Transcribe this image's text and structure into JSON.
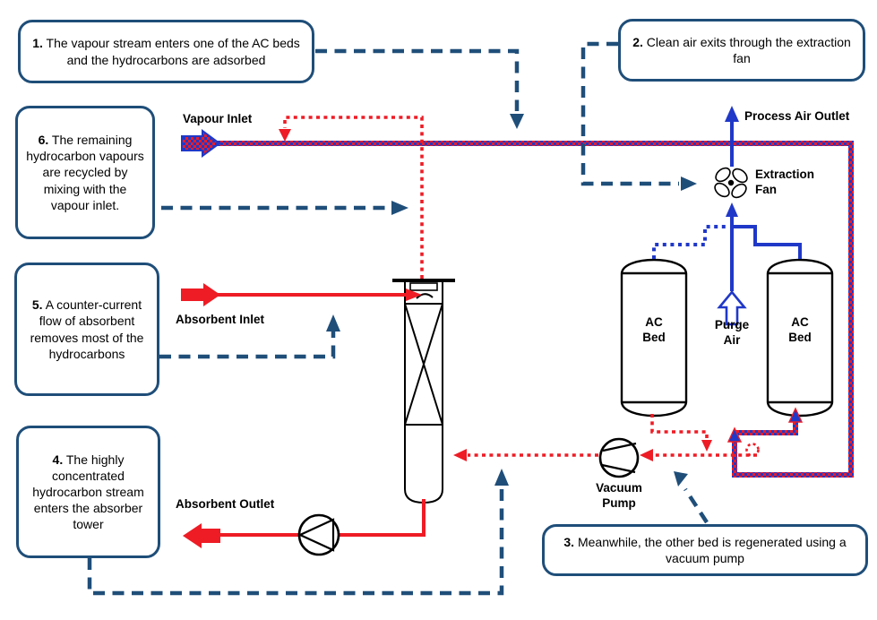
{
  "title": "Vapour recovery process diagram",
  "callouts": [
    {
      "num": "1.",
      "text": "The vapour stream enters one of the AC beds and the hydrocarbons are adsorbed"
    },
    {
      "num": "2.",
      "text": "Clean air exits through the extraction fan"
    },
    {
      "num": "3.",
      "text": "Meanwhile, the other bed is regenerated using a vacuum pump"
    },
    {
      "num": "4.",
      "text": "The highly concentrated hydrocarbon stream enters the absorber tower"
    },
    {
      "num": "5.",
      "text": "A counter-current flow of absorbent removes most of the hydrocarbons"
    },
    {
      "num": "6.",
      "text": "The remaining hydrocarbon vapours are recycled by mixing with the vapour inlet."
    }
  ],
  "labels": {
    "vapour_inlet": "Vapour Inlet",
    "process_air_outlet": "Process Air Outlet",
    "extraction_fan": "Extraction\nFan",
    "ac_bed": "AC\nBed",
    "purge_air": "Purge\nAir",
    "absorbent_inlet": "Absorbent Inlet",
    "absorbent_outlet": "Absorbent Outlet",
    "vacuum_pump": "Vacuum\nPump"
  },
  "colors": {
    "navy": "#1f4e79",
    "red": "#ee1c25",
    "blue": "#2038c8",
    "black": "#000000"
  }
}
